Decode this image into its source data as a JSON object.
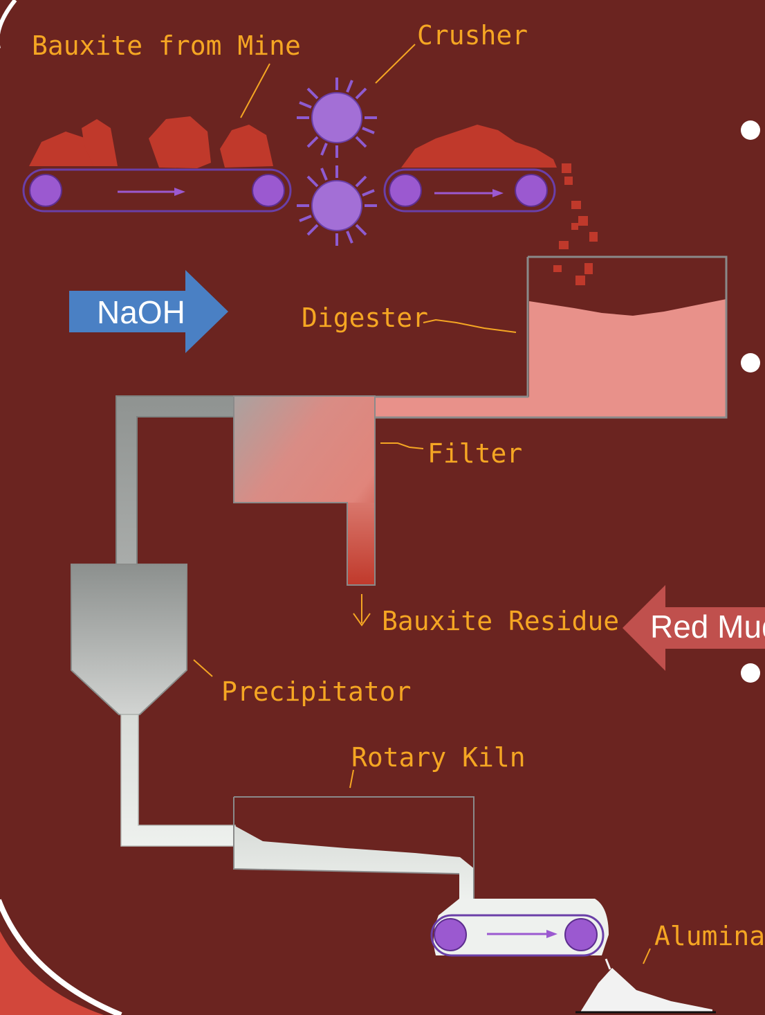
{
  "labels": {
    "bauxite_from_mine": "Bauxite from Mine",
    "crusher": "Crusher",
    "digester": "Digester",
    "filter": "Filter",
    "bauxite_residue": "Bauxite Residue",
    "precipitator": "Precipitator",
    "rotary_kiln": "Rotary Kiln",
    "alumina": "Alumina"
  },
  "callouts": {
    "naoh": "NaOH",
    "red_mud": "Red Mud"
  },
  "bullet_count": 3,
  "colors": {
    "background": "#6b2420",
    "label_text": "#f5a623",
    "bauxite_ore": "#c0392b",
    "conveyor_roller": "#9b59d0",
    "slurry": "#e8918a",
    "naoh_arrow": "#4a80c4",
    "red_mud_arrow": "#c0504d",
    "alumina_powder": "#f2f2f2"
  }
}
